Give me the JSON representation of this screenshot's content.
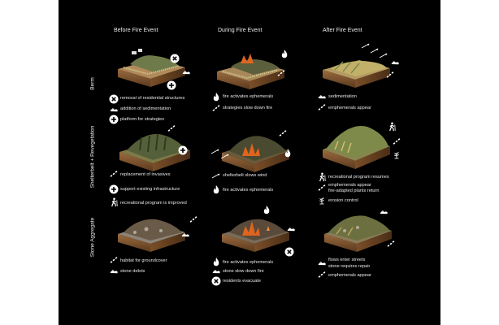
{
  "columns": [
    "Before Fire Event",
    "During Fire Event",
    "After Fire Event"
  ],
  "rows": [
    "Berm",
    "Shelterbelt + Revegetation",
    "Stone Aggregate"
  ],
  "captions": {
    "berm_before": [
      "removal of residential structures",
      "addition of sedimentation",
      "platform for strategies"
    ],
    "berm_during": [
      "fire activates ephemerals",
      "strategies slow down fire"
    ],
    "berm_after": [
      "sedimentation",
      "emphemerals appear"
    ],
    "shelter_before": [
      "replacement of invasives",
      "support existing infrastructure",
      "recreational program is improved"
    ],
    "shelter_during": [
      "shelterbelt slows wind",
      "fire activates ephemerals"
    ],
    "shelter_after": [
      "recreational program resumes",
      "emphemerals appear",
      "fire-adapted plants return",
      "erosion control"
    ],
    "stone_before": [
      "habitat for groundcover",
      "stone debris"
    ],
    "stone_during": [
      "fire activates ephemerals",
      "stone slow down fire",
      "residents evacuate"
    ],
    "stone_after": [
      "flows enter streets",
      "stone requires repair",
      "emphemerals appear"
    ]
  },
  "icons": {
    "cross": "x-circle-icon",
    "plus": "plus-circle-icon",
    "flame": "flame-icon",
    "seeds": "seeds-icon",
    "hiker": "hiker-icon",
    "plant": "plant-icon",
    "debris": "debris-icon",
    "wind": "wind-arrow-icon"
  },
  "colors": {
    "background": "#000000",
    "text": "#e8e8e8",
    "soil": "#8a5a32",
    "soil_dark": "#5a3a1e",
    "vegetation": "#8a9a5a",
    "fire": "#e0641e",
    "stone": "#8c8478"
  }
}
